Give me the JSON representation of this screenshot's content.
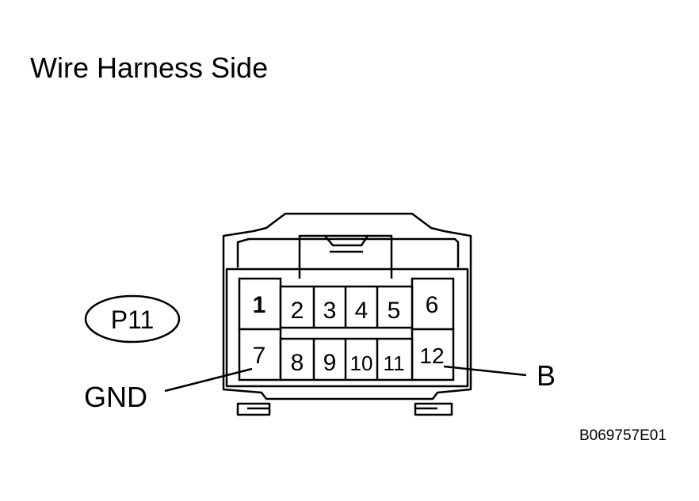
{
  "header": {
    "title": "Wire Harness Side"
  },
  "connector": {
    "id_label": "P11",
    "pins_top": [
      "1",
      "2",
      "3",
      "4",
      "5",
      "6"
    ],
    "pins_bottom": [
      "7",
      "8",
      "9",
      "10",
      "11",
      "12"
    ]
  },
  "callouts": {
    "pin7_label": "GND",
    "pin12_label": "B"
  },
  "footer": {
    "figure_code": "B069757E01"
  }
}
